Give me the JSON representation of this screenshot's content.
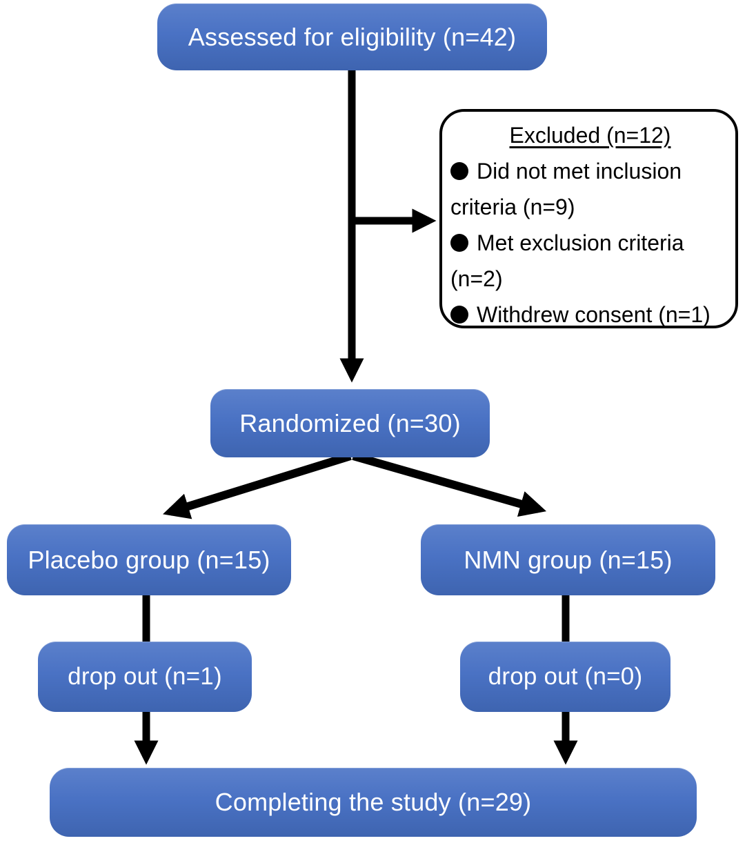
{
  "diagram": {
    "type": "consort-flow",
    "boxes": {
      "assessed": "Assessed for eligibility (n=42)",
      "randomized": "Randomized (n=30)",
      "placebo": "Placebo group (n=15)",
      "nmn": "NMN group (n=15)",
      "dropout_placebo": "drop out (n=1)",
      "dropout_nmn": "drop out (n=0)",
      "completing": "Completing the study (n=29)"
    },
    "excluded": {
      "title": "Excluded (n=12)",
      "items": [
        "Did not met inclusion criteria (n=9)",
        "Met exclusion criteria (n=2)",
        "Withdrew consent (n=1)"
      ]
    },
    "colors": {
      "box_gradient_top": "#5b80cb",
      "box_gradient_mid": "#4a72c4",
      "box_gradient_bottom": "#3e64b0",
      "box_text": "#ffffff",
      "arrow": "#000000",
      "excluded_bg": "#ffffff",
      "excluded_border": "#000000",
      "background": "#ffffff"
    }
  }
}
